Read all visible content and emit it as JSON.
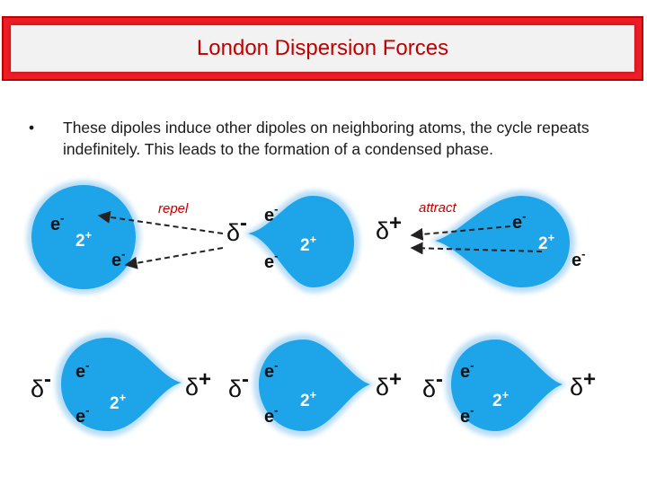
{
  "title": "London Dispersion Forces",
  "bullet": {
    "marker": "•",
    "text": "These dipoles induce other dipoles on neighboring atoms, the cycle repeats indefinitely.  This leads to the formation of a condensed phase."
  },
  "labels": {
    "repel": "repel",
    "attract": "attract",
    "electron": "e",
    "minus": "-",
    "nucleus": "2",
    "plus": "+",
    "delta": "δ"
  },
  "colors": {
    "title_bar": "#ee1c24",
    "title_text": "#c00000",
    "atom": "#1ea4e9",
    "atom_glow": "#b6dcf6"
  }
}
